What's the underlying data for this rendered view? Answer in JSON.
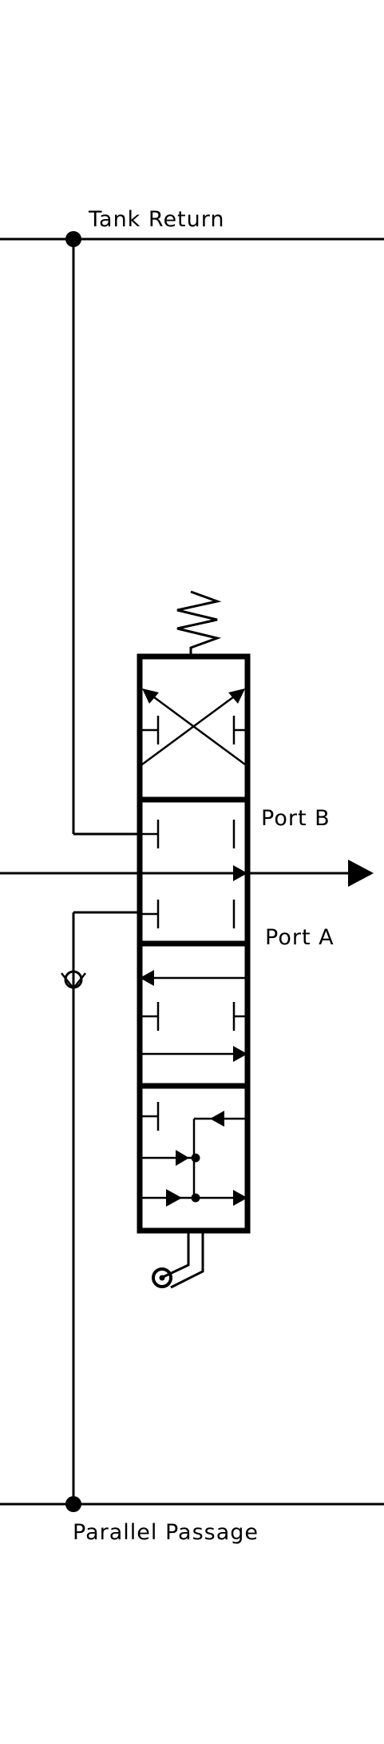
{
  "labels": {
    "tank_return": "Tank Return",
    "port_b": "Port B",
    "port_a": "Port A",
    "parallel_passage": "Parallel Passage"
  },
  "colors": {
    "line": "#000000",
    "background": "#ffffff"
  },
  "icons": {
    "spring": "spring-icon",
    "lever": "lever-handle-icon",
    "check_valve": "check-valve-icon",
    "flow_arrow": "flow-arrow-icon"
  }
}
